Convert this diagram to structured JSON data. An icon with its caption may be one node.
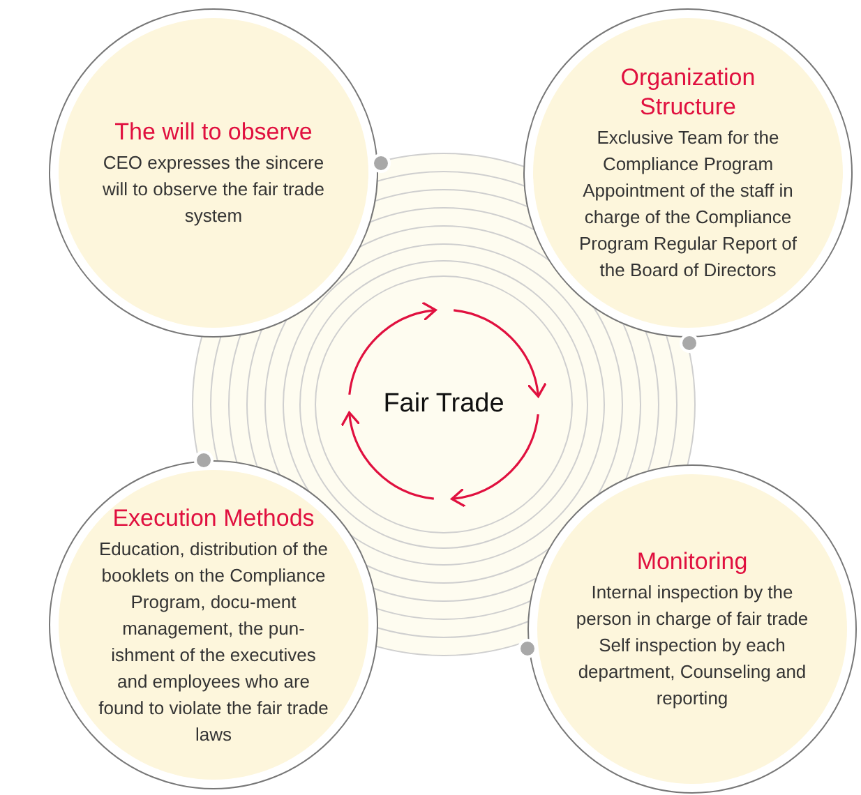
{
  "diagram": {
    "nodes": [
      {
        "text": [
          "The will to observe",
          "CEO expresses the sincere will to observe the fair trade system"
        ]
      },
      {
        "text": [
          "Organization Structure",
          "Exclusive Team for the Compliance Program Appointment of the staff in charge of the Compliance Program Regular Report of the Board of Directors"
        ]
      },
      {
        "text": [
          "Fair Trade"
        ]
      },
      {
        "text": [
          "Execution Methods",
          "Education, distribution of the booklets on the Compliance Program, docu-ment management, the pun-ishment of the executives and employees who are found to violate the fair trade laws"
        ]
      },
      {
        "text": [
          "Monitoring",
          "Internal inspection by the person in charge of fair trade Self inspection by each department, Counseling and reporting"
        ]
      }
    ],
    "edges": []
  }
}
